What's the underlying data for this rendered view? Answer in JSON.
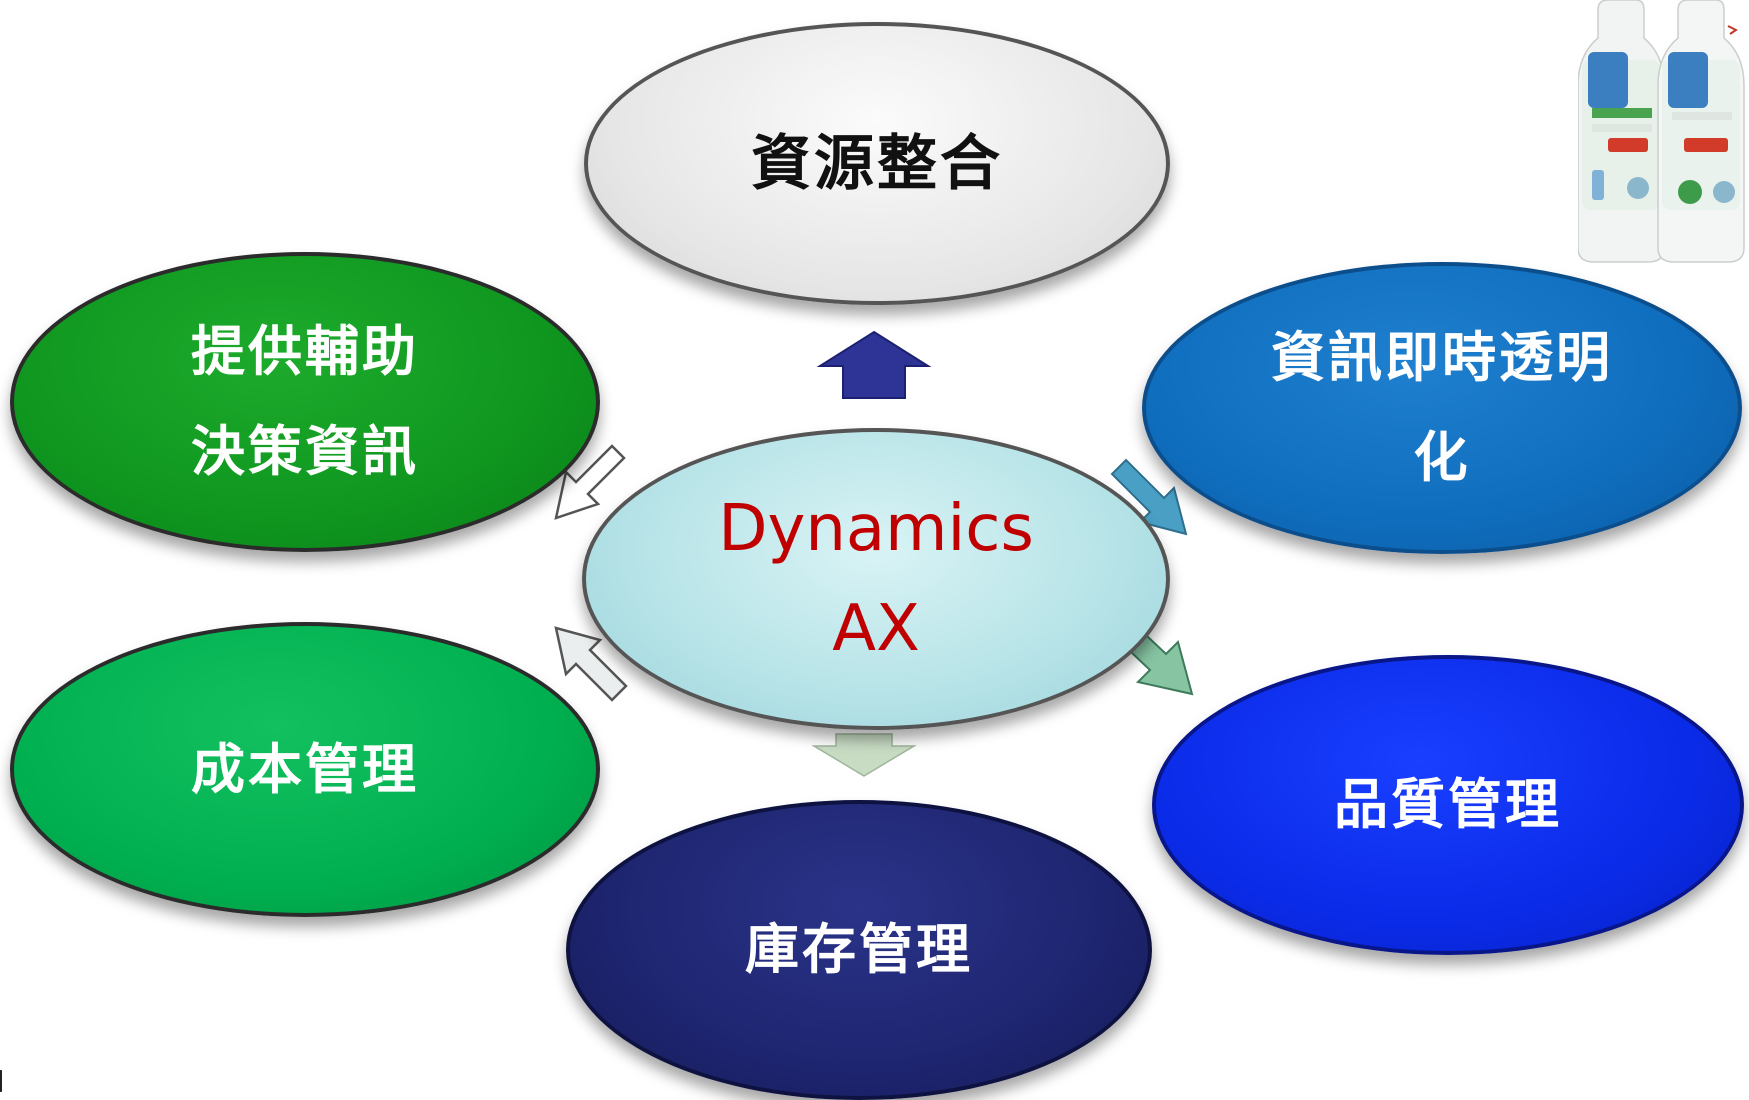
{
  "diagram": {
    "center": {
      "label": "Dynamics\nAX"
    },
    "nodes": {
      "top": {
        "label": "資源整合"
      },
      "upper_left": {
        "label": "提供輔助\n決策資訊"
      },
      "upper_right": {
        "label": "資訊即時透明\n化"
      },
      "lower_left": {
        "label": "成本管理"
      },
      "lower_right": {
        "label": "品質管理"
      },
      "bottom": {
        "label": "庫存管理"
      }
    }
  },
  "colors": {
    "center_text": "#c00000",
    "top_node": "#e6e6e6",
    "upper_left_node": "#0f961f",
    "upper_right_node": "#0f6dbd",
    "lower_left_node": "#00b050",
    "lower_right_node": "#0a2be8",
    "bottom_node": "#1e2570"
  },
  "decorations": {
    "product_image": "milk-bottles-product-photo"
  }
}
